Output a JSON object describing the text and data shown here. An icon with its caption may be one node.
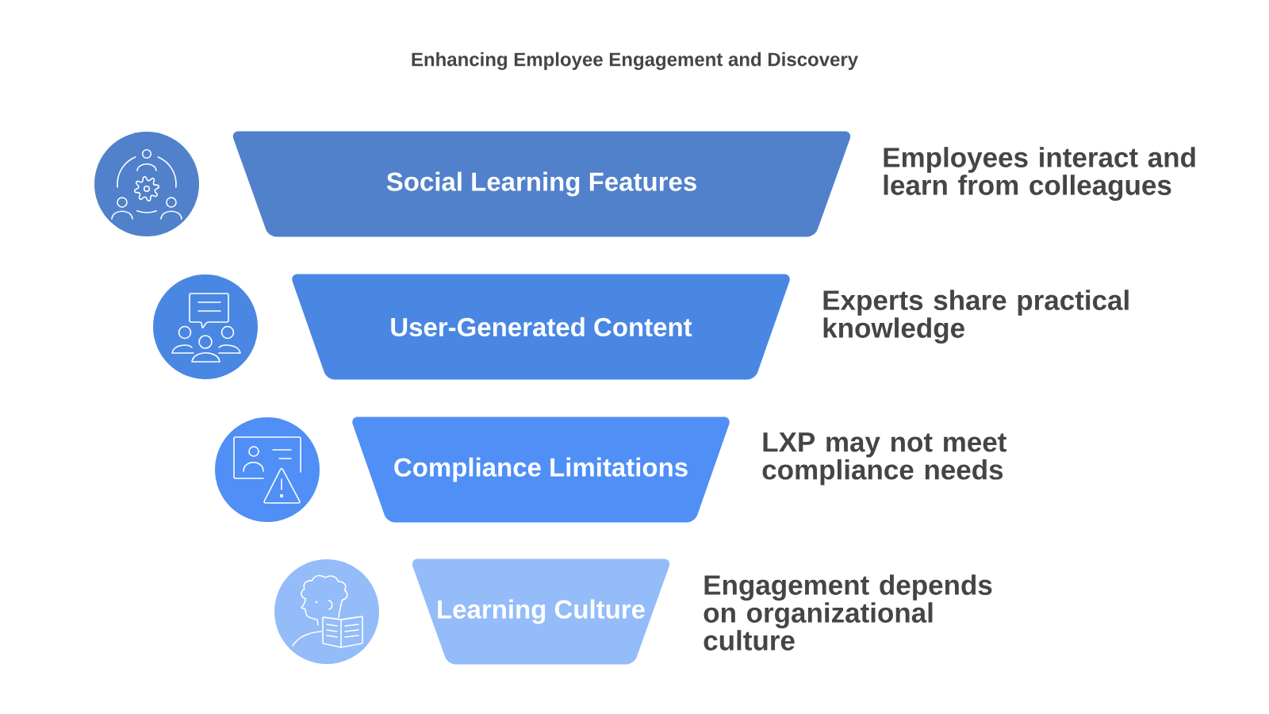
{
  "diagram": {
    "title": "Enhancing Employee Engagement and Discovery",
    "nodes": [
      {
        "text": [
          "Social Learning Features"
        ],
        "beside": [
          "Employees interact and learn from colleagues"
        ]
      },
      {
        "text": [
          "User-Generated Content"
        ],
        "beside": [
          "Experts share practical knowledge"
        ]
      },
      {
        "text": [
          "Compliance Limitations"
        ],
        "beside": [
          "LXP may not meet compliance needs"
        ]
      },
      {
        "text": [
          "Learning Culture"
        ],
        "beside": [
          "Engagement depends on organizational culture"
        ]
      }
    ]
  }
}
